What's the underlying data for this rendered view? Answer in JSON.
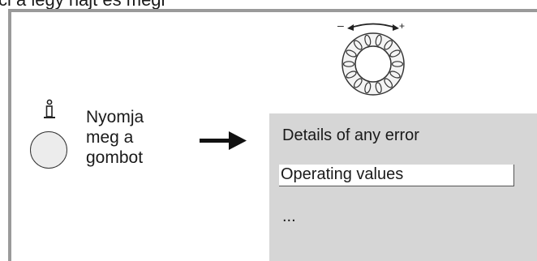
{
  "header": {
    "partial_text": "ci a légy hajt és megr"
  },
  "instruction": {
    "lines": [
      "Nyomja",
      "meg a",
      "gombot"
    ]
  },
  "icons": {
    "info": "info-icon",
    "button": "push-button-icon",
    "arrow": "arrow-right-icon",
    "knob": "rotary-knob-icon"
  },
  "knob": {
    "minus_label": "–",
    "plus_label": "+"
  },
  "menu": {
    "items": [
      "Details of any error",
      "Operating values",
      "..."
    ],
    "selected_index": 1
  },
  "colors": {
    "panel": "#d6d6d6",
    "frame": "#9a9a9a",
    "highlight": "#ffffff"
  }
}
